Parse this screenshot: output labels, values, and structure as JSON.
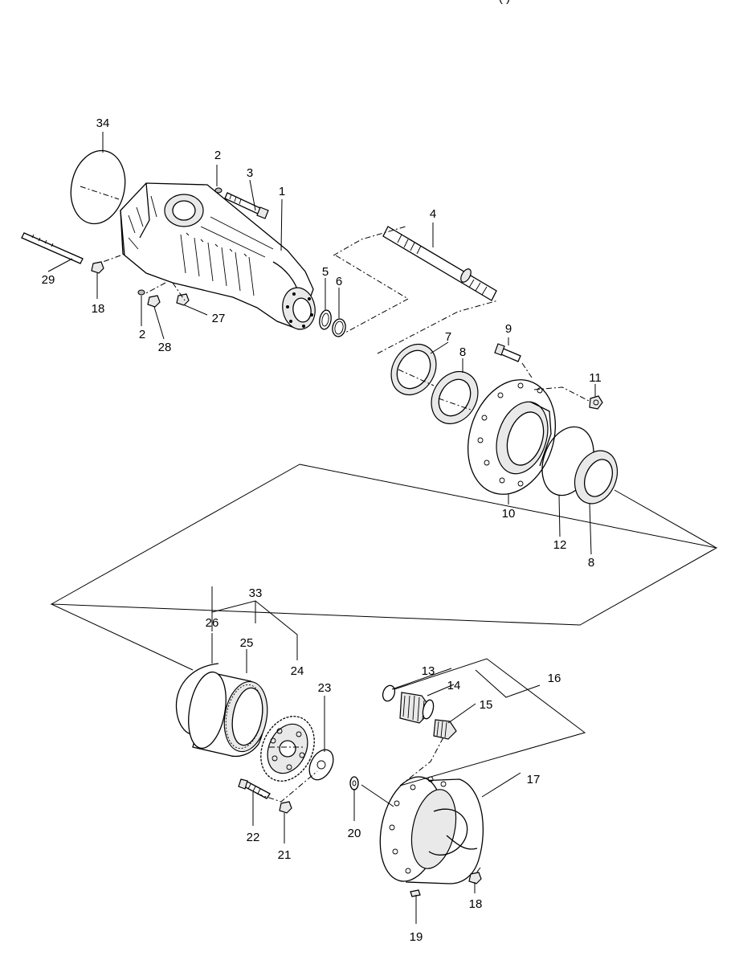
{
  "header": {
    "partial_title": "( )"
  },
  "callouts": [
    {
      "id": "34",
      "label": "34"
    },
    {
      "id": "2a",
      "label": "2"
    },
    {
      "id": "3",
      "label": "3"
    },
    {
      "id": "1",
      "label": "1"
    },
    {
      "id": "29",
      "label": "29"
    },
    {
      "id": "18a",
      "label": "18"
    },
    {
      "id": "2b",
      "label": "2"
    },
    {
      "id": "28",
      "label": "28"
    },
    {
      "id": "27",
      "label": "27"
    },
    {
      "id": "5",
      "label": "5"
    },
    {
      "id": "6",
      "label": "6"
    },
    {
      "id": "4",
      "label": "4"
    },
    {
      "id": "7",
      "label": "7"
    },
    {
      "id": "8a",
      "label": "8"
    },
    {
      "id": "9",
      "label": "9"
    },
    {
      "id": "11",
      "label": "11"
    },
    {
      "id": "10",
      "label": "10"
    },
    {
      "id": "12",
      "label": "12"
    },
    {
      "id": "8b",
      "label": "8"
    },
    {
      "id": "33",
      "label": "33"
    },
    {
      "id": "26",
      "label": "26"
    },
    {
      "id": "25",
      "label": "25"
    },
    {
      "id": "24",
      "label": "24"
    },
    {
      "id": "23",
      "label": "23"
    },
    {
      "id": "13",
      "label": "13"
    },
    {
      "id": "14",
      "label": "14"
    },
    {
      "id": "16",
      "label": "16"
    },
    {
      "id": "15",
      "label": "15"
    },
    {
      "id": "17",
      "label": "17"
    },
    {
      "id": "22",
      "label": "22"
    },
    {
      "id": "21",
      "label": "21"
    },
    {
      "id": "20",
      "label": "20"
    },
    {
      "id": "18b",
      "label": "18"
    },
    {
      "id": "19",
      "label": "19"
    }
  ]
}
